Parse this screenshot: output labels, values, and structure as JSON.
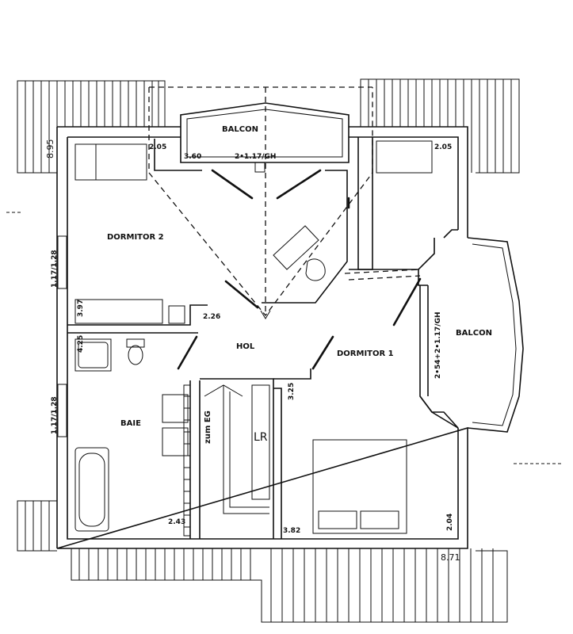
{
  "rooms": {
    "balcon_top": "BALCON",
    "dormitor2": "DORMITOR 2",
    "hol": "HOL",
    "dormitor1": "DORMITOR 1",
    "baie": "BAIE",
    "balcon_right": "BALCON",
    "stair_label": "zum EG",
    "lr": "LR"
  },
  "dimensions": {
    "overall_height": "8.95",
    "overall_width": "8.71",
    "d2_corner": "2.05",
    "d1_corner": "2.05",
    "balcon_left": "3.60",
    "balcon_window": "2•1.17/GH",
    "d2_window": "1.17/1.28",
    "baie_window": "1.17/1.28",
    "d2_bottom": "3.97",
    "hol_corner": "2.26",
    "baie_top": "4.25",
    "baie_bottom": "2.43",
    "d1_left": "3.25",
    "d1_bottom": "3.82",
    "d1_right": "2.04",
    "right_window": "2•54+2•1.17/GH"
  }
}
